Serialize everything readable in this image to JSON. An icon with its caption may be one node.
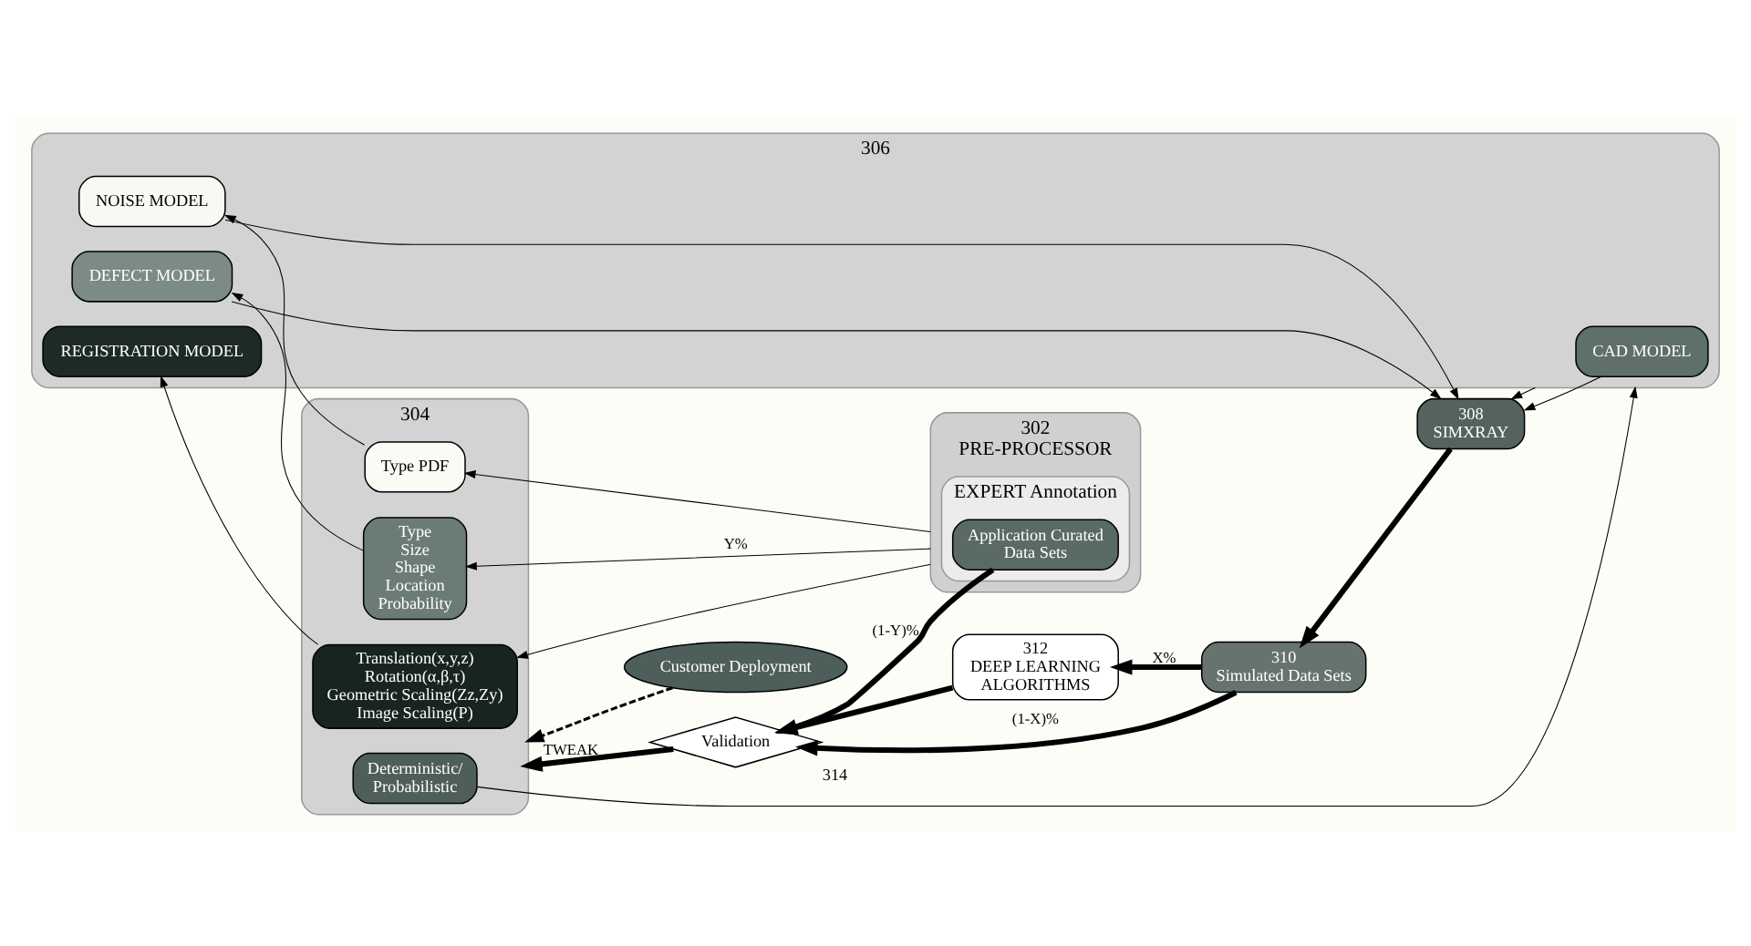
{
  "diagram": {
    "nodes": [
      {
        "text": [
          "306"
        ]
      },
      {
        "text": [
          "CAD MODEL"
        ],
        "in": 0
      },
      {
        "text": [
          "NOISE MODEL"
        ],
        "in": 0
      },
      {
        "text": [
          "DEFECT MODEL"
        ],
        "in": 0
      },
      {
        "text": [
          "REGISTRATION MODEL"
        ],
        "in": 0
      },
      {
        "text": [
          "308",
          "SIMXRAY"
        ]
      },
      {
        "text": [
          "304"
        ]
      },
      {
        "text": [
          "Deterministic/ Probabilistic"
        ],
        "in": 6
      },
      {
        "text": [
          "Type PDF"
        ],
        "in": 6
      },
      {
        "text": [
          "Type Size Shape Location Probability"
        ],
        "in": 6
      },
      {
        "text": [
          "Translation(x,y,z) Rotation(α,β,τ) Geometric Scaling(Zz,Zy) Image Scaling(P)"
        ],
        "in": 6
      },
      {
        "text": [
          "302",
          "PRE-PROCESSOR"
        ]
      },
      {
        "text": [
          "EXPERT Annotation"
        ],
        "in": 11
      },
      {
        "text": [
          "Application Curated Data Sets"
        ],
        "in": 12
      },
      {
        "text": [
          "310",
          "Simulated Data Sets"
        ]
      },
      {
        "text": [
          "312",
          "DEEP LEARNING ALGORITHMS"
        ]
      },
      {
        "text": [
          "Validation"
        ],
        "beside": [
          "314"
        ]
      },
      {
        "text": [
          "Customer Deployment"
        ]
      }
    ],
    "edges": [
      {
        "from": 7,
        "to": 0,
        "arrow": "to"
      },
      {
        "from": 8,
        "to": 2,
        "arrow": "to"
      },
      {
        "from": 9,
        "to": 3,
        "arrow": "to"
      },
      {
        "from": 10,
        "to": 4,
        "arrow": "to"
      },
      {
        "from": 1,
        "to": 5,
        "arrow": "to"
      },
      {
        "from": 2,
        "to": 5,
        "arrow": "to"
      },
      {
        "from": 3,
        "to": 5,
        "arrow": "to"
      },
      {
        "from": 0,
        "to": 5,
        "arrow": "to"
      },
      {
        "from": 11,
        "to": 8,
        "arrow": "to"
      },
      {
        "from": 11,
        "to": 9,
        "arrow": "to",
        "label": "Y%"
      },
      {
        "from": 11,
        "to": 10,
        "arrow": "to"
      },
      {
        "from": 5,
        "to": 14,
        "arrow": "to",
        "style": "thick"
      },
      {
        "from": 14,
        "to": 15,
        "arrow": "to",
        "label": "X%",
        "style": "thick"
      },
      {
        "from": 14,
        "to": 16,
        "arrow": "to",
        "label": "(1-X)%",
        "style": "thick"
      },
      {
        "from": 15,
        "to": 16,
        "arrow": "to",
        "style": "thick"
      },
      {
        "from": 16,
        "to": 6,
        "arrow": "to",
        "label": "TWEAK",
        "style": "thick"
      },
      {
        "from": 17,
        "to": 6,
        "arrow": "to",
        "style": "dashed"
      },
      {
        "from": 13,
        "to": 16,
        "arrow": "to",
        "label": "(1-Y)%",
        "style": "thick"
      }
    ]
  }
}
